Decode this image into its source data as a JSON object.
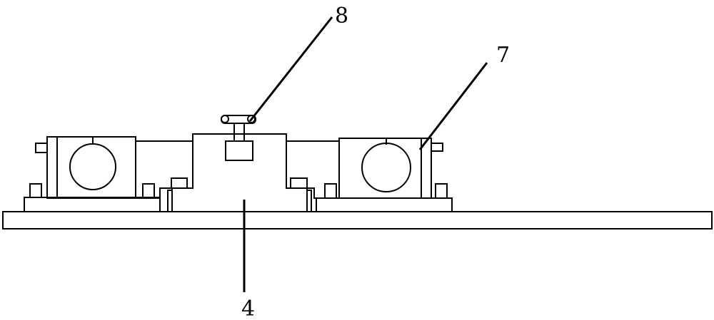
{
  "labels": {
    "part_4": "4",
    "part_7": "7",
    "part_8": "8"
  },
  "colors": {
    "stroke": "#000000",
    "background": "#ffffff"
  }
}
